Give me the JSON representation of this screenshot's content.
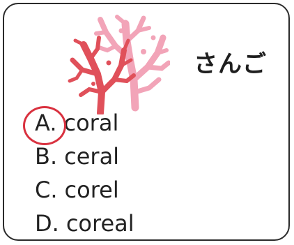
{
  "card": {
    "word_japanese": "さんご",
    "image_icon": "coral-icon",
    "options": [
      {
        "letter": "A.",
        "text": "coral",
        "selected": true
      },
      {
        "letter": "B.",
        "text": "ceral",
        "selected": false
      },
      {
        "letter": "C.",
        "text": "corel",
        "selected": false
      },
      {
        "letter": "D.",
        "text": "coreal",
        "selected": false
      }
    ]
  },
  "colors": {
    "coral_red": "#e0505a",
    "coral_pink": "#f2a4b8",
    "circle_red": "#d9313f",
    "border": "#2b2b2b"
  }
}
